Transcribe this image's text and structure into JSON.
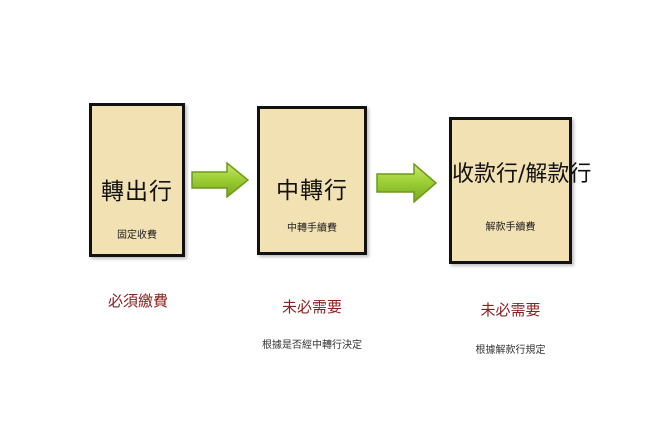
{
  "steps": [
    {
      "title": "轉出行",
      "subtitle": "固定收費",
      "note": "必須繳費",
      "note_detail": ""
    },
    {
      "title": "中轉行",
      "subtitle": "中轉手續費",
      "note": "未必需要",
      "note_detail": "根據是否經中轉行決定"
    },
    {
      "title": "收款行/解款行",
      "subtitle": "解款手續費",
      "note": "未必需要",
      "note_detail": "根據解款行規定"
    }
  ],
  "colors": {
    "box_fill": "#f2e2b3",
    "box_border": "#111111",
    "arrow_fill": "#9acd32",
    "arrow_edge": "#6f9a1c",
    "note_text": "#8b2020"
  },
  "icons": {
    "connector": "right-arrow-icon"
  }
}
